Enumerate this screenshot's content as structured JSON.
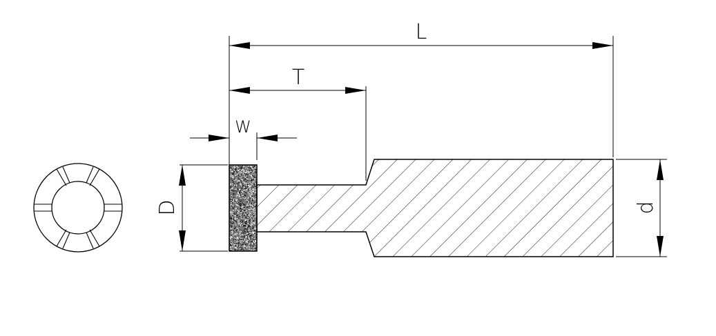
{
  "labels": {
    "overall_length": "L",
    "head_length": "T",
    "wheel_width": "W",
    "wheel_diameter": "D",
    "shank_diameter": "d"
  },
  "colors": {
    "line": "#000000",
    "background": "#ffffff"
  }
}
